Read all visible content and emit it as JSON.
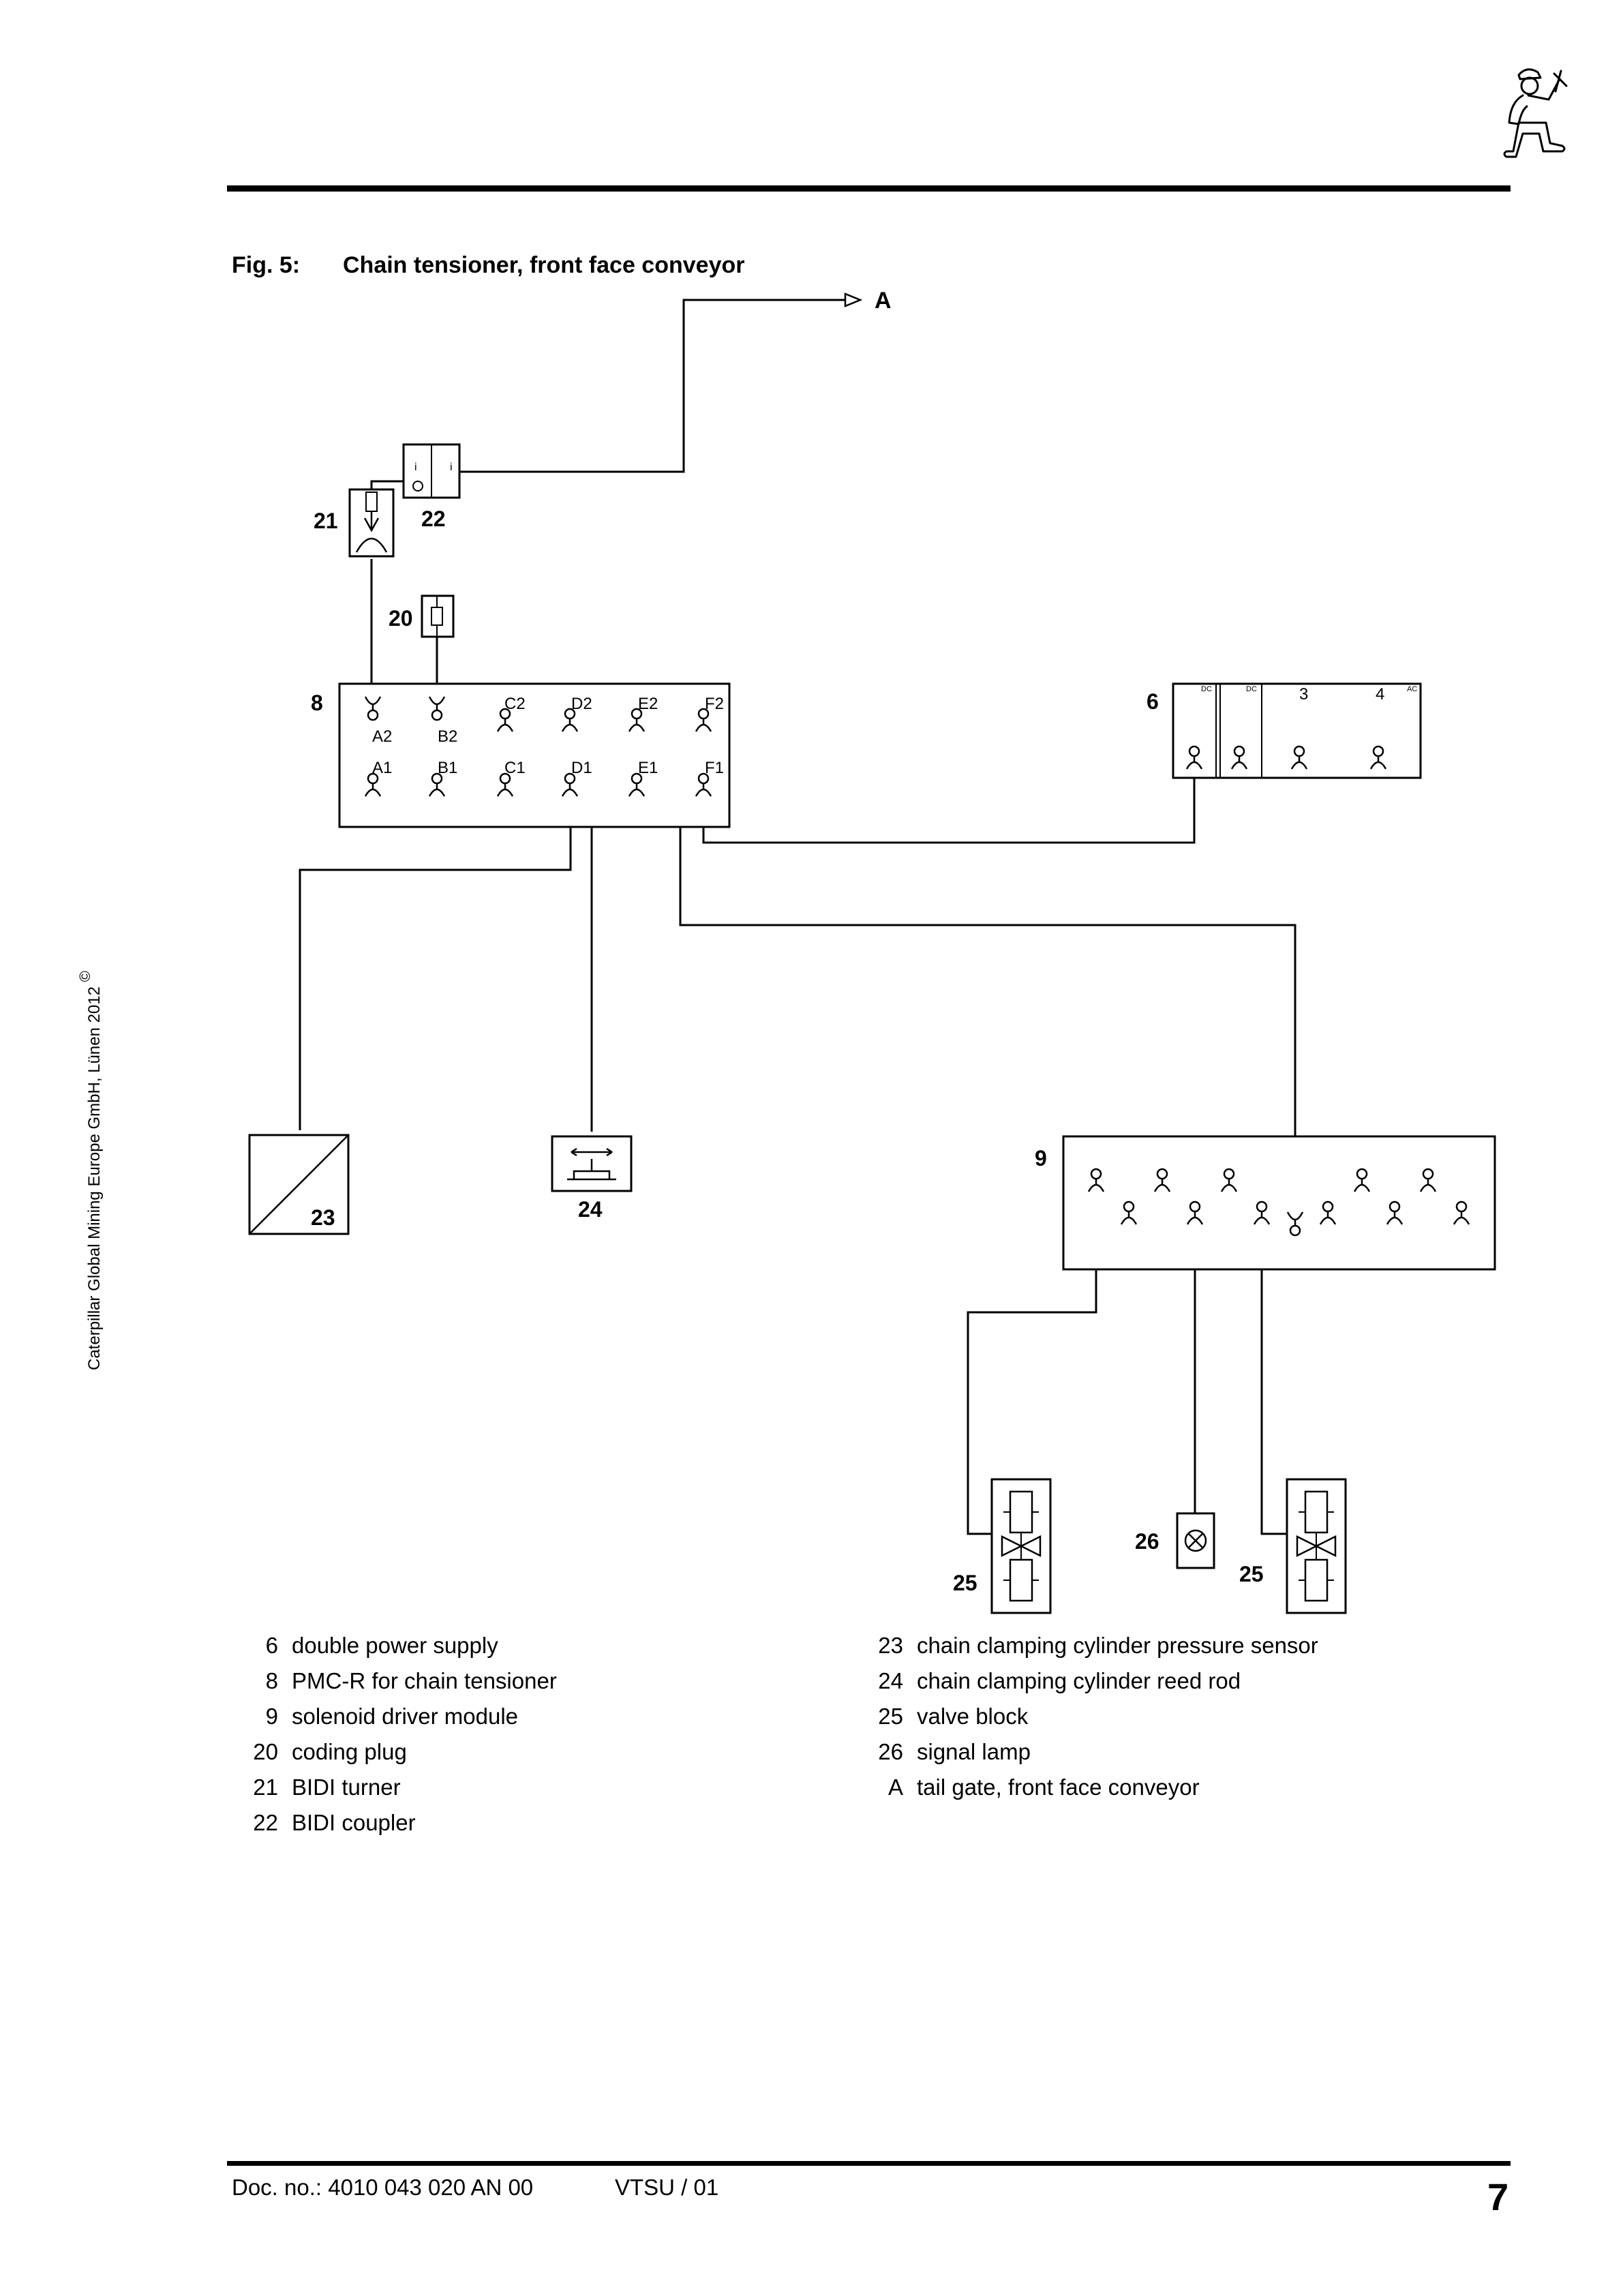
{
  "figure": {
    "label": "Fig. 5:",
    "title": "Chain tensioner, front face conveyor"
  },
  "copyright": "Caterpillar Global Mining Europe GmbH, Lünen 2012",
  "copyright_symbol": "©",
  "icon": "worker-mascot-icon",
  "diagram": {
    "ref_A": "A",
    "component_labels": {
      "c6": "6",
      "c8": "8",
      "c9": "9",
      "c20": "20",
      "c21": "21",
      "c22": "22",
      "c23": "23",
      "c24": "24",
      "c25a": "25",
      "c25b": "25",
      "c26": "26"
    },
    "pmc_pins_top": [
      "C2",
      "D2",
      "E2",
      "F2"
    ],
    "pmc_pins_top_labels": [
      "A2",
      "B2"
    ],
    "pmc_pins_bottom": [
      "A1",
      "B1",
      "C1",
      "D1",
      "E1",
      "F1"
    ],
    "bidi_coupler_marks": [
      "i",
      "i"
    ],
    "power_supply_tags": [
      "DC",
      "DC",
      "AC"
    ],
    "power_supply_numbers": [
      "3",
      "4"
    ]
  },
  "legend_left": [
    {
      "num": "6",
      "text": "double power supply"
    },
    {
      "num": "8",
      "text": "PMC-R for chain tensioner"
    },
    {
      "num": "9",
      "text": "solenoid driver module"
    },
    {
      "num": "20",
      "text": "coding plug"
    },
    {
      "num": "21",
      "text": "BIDI turner"
    },
    {
      "num": "22",
      "text": "BIDI coupler"
    }
  ],
  "legend_right": [
    {
      "num": "23",
      "text": "chain clamping cylinder pressure sensor"
    },
    {
      "num": "24",
      "text": "chain clamping cylinder reed rod"
    },
    {
      "num": "25",
      "text": "valve block"
    },
    {
      "num": "26",
      "text": "signal lamp"
    },
    {
      "num": "A",
      "text": "tail gate, front face conveyor"
    }
  ],
  "footer": {
    "doc": "Doc. no.: 4010 043 020 AN 00",
    "version": "VTSU / 01",
    "page": "7"
  }
}
